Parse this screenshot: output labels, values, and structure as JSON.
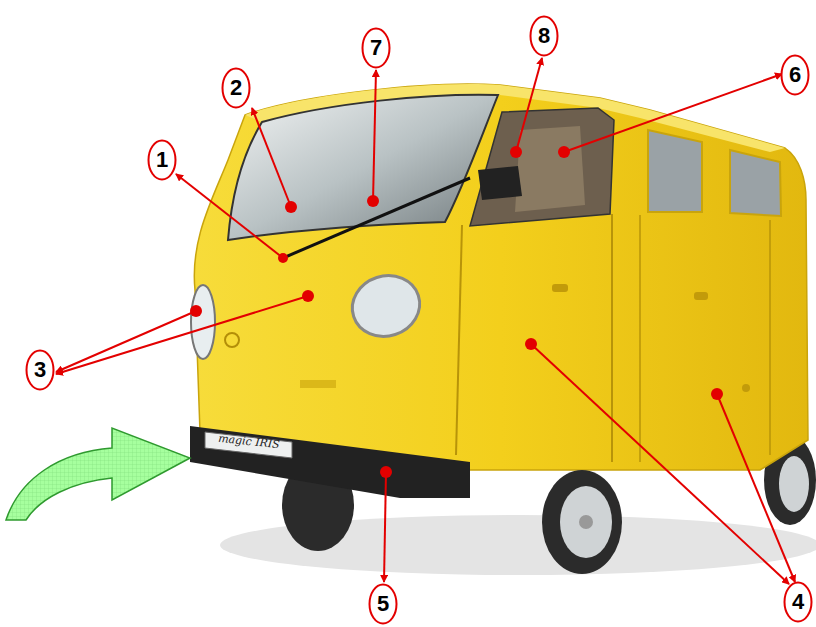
{
  "diagram": {
    "nodes": [
      {
        "text": [
          "1"
        ]
      },
      {
        "text": [
          "2"
        ]
      },
      {
        "text": [
          "3"
        ]
      },
      {
        "text": [
          "4"
        ]
      },
      {
        "text": [
          "5"
        ]
      },
      {
        "text": [
          "6"
        ]
      },
      {
        "text": [
          "7"
        ]
      },
      {
        "text": [
          "8"
        ]
      }
    ],
    "labels": [
      "magic IRIS"
    ]
  }
}
